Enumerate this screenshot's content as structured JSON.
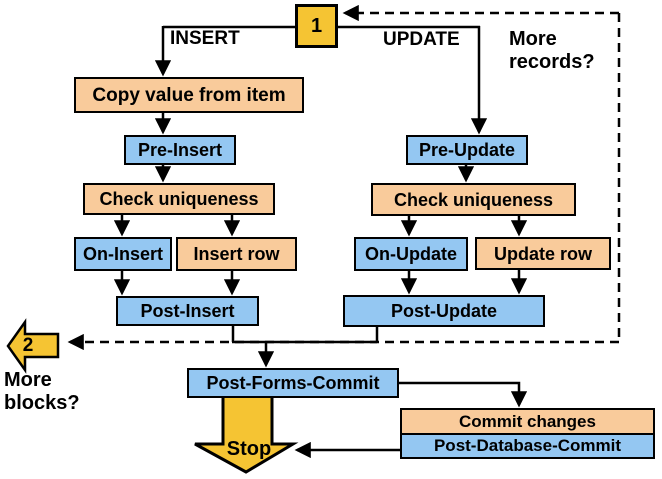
{
  "diagram": {
    "page_markers": {
      "marker1": "1",
      "marker2": "2"
    },
    "labels": {
      "insert": "INSERT",
      "update": "UPDATE",
      "more_records": "More records?",
      "more_blocks": "More blocks?",
      "stop": "Stop"
    },
    "insert_branch": {
      "copy_value": "Copy value from item",
      "pre_insert": "Pre-Insert",
      "check_uniqueness": "Check uniqueness",
      "on_insert": "On-Insert",
      "insert_row": "Insert row",
      "post_insert": "Post-Insert"
    },
    "update_branch": {
      "pre_update": "Pre-Update",
      "check_uniqueness": "Check uniqueness",
      "on_update": "On-Update",
      "update_row": "Update row",
      "post_update": "Post-Update"
    },
    "commit_flow": {
      "post_forms_commit": "Post-Forms-Commit",
      "commit_changes": "Commit changes",
      "post_database_commit": "Post-Database-Commit"
    },
    "colors": {
      "box_orange": "#F9CB9B",
      "box_blue": "#94C7F2",
      "accent_yellow": "#F5C433",
      "line_black": "#000000"
    }
  }
}
